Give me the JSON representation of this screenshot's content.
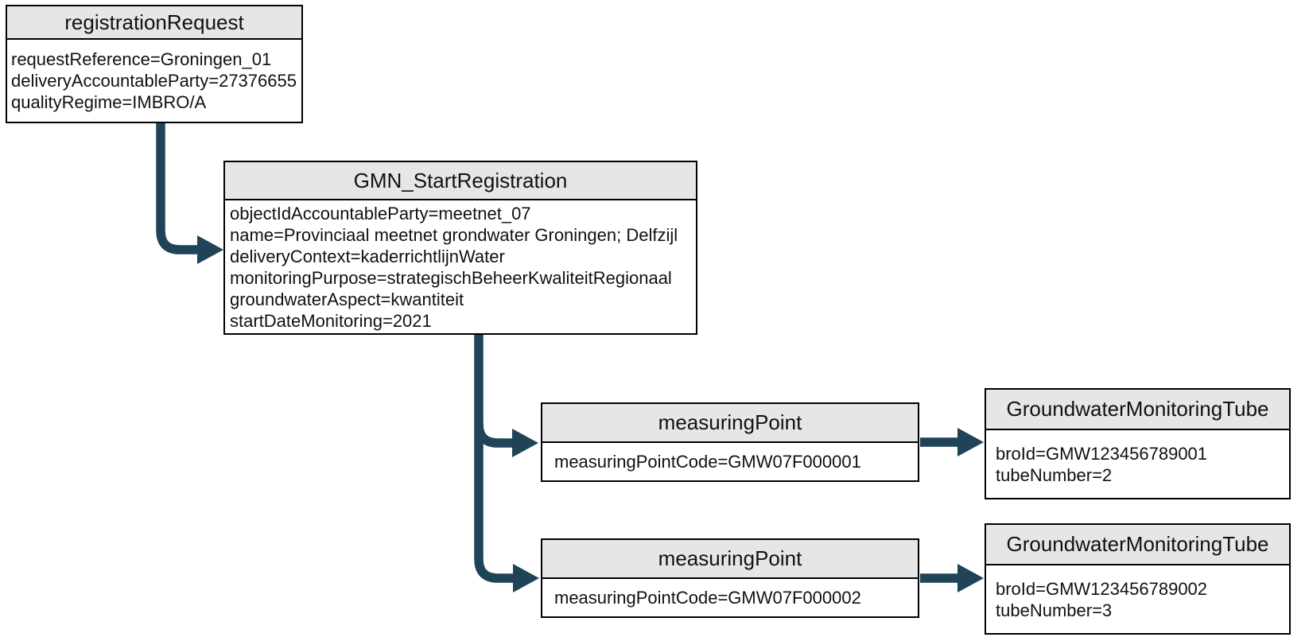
{
  "colors": {
    "arrow": "#1F4458",
    "header_fill": "#E6E6E6",
    "border": "#000000",
    "text": "#111111",
    "background": "#FFFFFF"
  },
  "nodes": {
    "registration_request": {
      "title": "registrationRequest",
      "lines": [
        "requestReference=Groningen_01",
        "deliveryAccountableParty=27376655",
        "qualityRegime=IMBRO/A"
      ]
    },
    "gmn_start_registration": {
      "title": "GMN_StartRegistration",
      "lines": [
        "objectIdAccountableParty=meetnet_07",
        "name=Provinciaal meetnet grondwater Groningen; Delfzijl",
        "deliveryContext=kaderrichtlijnWater",
        "monitoringPurpose=strategischBeheerKwaliteitRegionaal",
        "groundwaterAspect=kwantiteit",
        "startDateMonitoring=2021"
      ]
    },
    "measuring_point_1": {
      "title": "measuringPoint",
      "lines": [
        "measuringPointCode=GMW07F000001"
      ]
    },
    "measuring_point_2": {
      "title": "measuringPoint",
      "lines": [
        "measuringPointCode=GMW07F000002"
      ]
    },
    "tube_1": {
      "title": "GroundwaterMonitoringTube",
      "lines": [
        "broId=GMW123456789001",
        "tubeNumber=2"
      ]
    },
    "tube_2": {
      "title": "GroundwaterMonitoringTube",
      "lines": [
        "broId=GMW123456789002",
        "tubeNumber=3"
      ]
    }
  },
  "edges": [
    {
      "from": "registration_request",
      "to": "gmn_start_registration"
    },
    {
      "from": "gmn_start_registration",
      "to": "measuring_point_1"
    },
    {
      "from": "gmn_start_registration",
      "to": "measuring_point_2"
    },
    {
      "from": "measuring_point_1",
      "to": "tube_1"
    },
    {
      "from": "measuring_point_2",
      "to": "tube_2"
    }
  ]
}
